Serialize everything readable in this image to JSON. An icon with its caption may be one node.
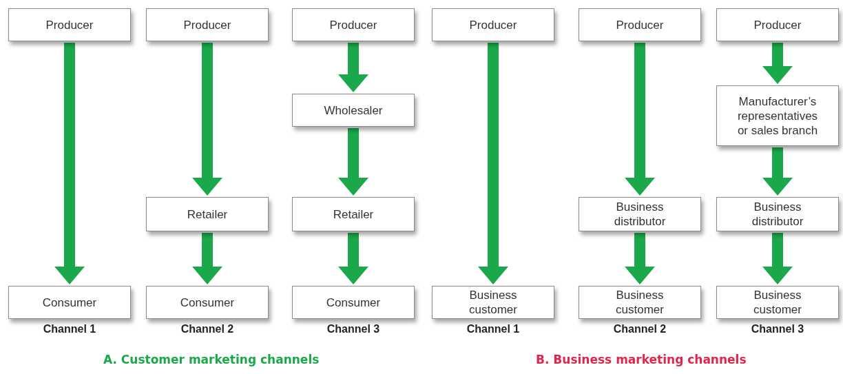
{
  "diagram": {
    "nodes": [
      {
        "text": [
          "Producer"
        ]
      },
      {
        "text": [
          "Consumer"
        ],
        "beside": [
          "Channel 1"
        ]
      },
      {
        "text": [
          "Producer"
        ]
      },
      {
        "text": [
          "Retailer"
        ]
      },
      {
        "text": [
          "Consumer"
        ],
        "beside": [
          "Channel 2"
        ]
      },
      {
        "text": [
          "Producer"
        ]
      },
      {
        "text": [
          "Wholesaler"
        ]
      },
      {
        "text": [
          "Retailer"
        ]
      },
      {
        "text": [
          "Consumer"
        ],
        "beside": [
          "Channel 3"
        ]
      },
      {
        "text": [
          "Producer"
        ]
      },
      {
        "text": [
          "Business customer"
        ],
        "beside": [
          "Channel 1"
        ]
      },
      {
        "text": [
          "Producer"
        ]
      },
      {
        "text": [
          "Business distributor"
        ]
      },
      {
        "text": [
          "Business customer"
        ],
        "beside": [
          "Channel 2"
        ]
      },
      {
        "text": [
          "Producer"
        ]
      },
      {
        "text": [
          "Manufacturer’s representatives or sales branch"
        ]
      },
      {
        "text": [
          "Business distributor"
        ]
      },
      {
        "text": [
          "Business customer"
        ],
        "beside": [
          "Channel 3"
        ]
      }
    ],
    "edges": [
      {
        "from": 0,
        "to": 1,
        "arrow": "to"
      },
      {
        "from": 2,
        "to": 3,
        "arrow": "to"
      },
      {
        "from": 3,
        "to": 4,
        "arrow": "to"
      },
      {
        "from": 5,
        "to": 6,
        "arrow": "to"
      },
      {
        "from": 6,
        "to": 7,
        "arrow": "to"
      },
      {
        "from": 7,
        "to": 8,
        "arrow": "to"
      },
      {
        "from": 9,
        "to": 10,
        "arrow": "to"
      },
      {
        "from": 11,
        "to": 12,
        "arrow": "to"
      },
      {
        "from": 12,
        "to": 13,
        "arrow": "to"
      },
      {
        "from": 14,
        "to": 15,
        "arrow": "to"
      },
      {
        "from": 15,
        "to": 16,
        "arrow": "to"
      },
      {
        "from": 16,
        "to": 17,
        "arrow": "to"
      }
    ],
    "labels": [
      "A. Customer marketing channels",
      "B. Business marketing channels"
    ]
  }
}
